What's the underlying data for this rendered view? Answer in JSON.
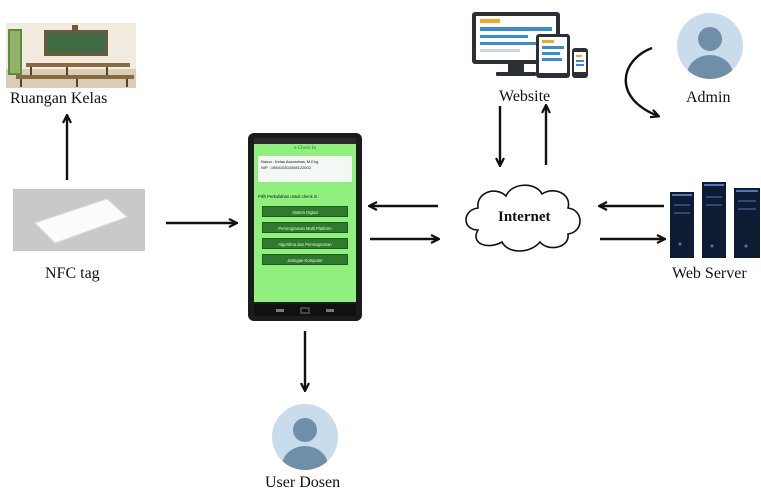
{
  "labels": {
    "ruangan_kelas": "Ruangan Kelas",
    "nfc_tag": "NFC tag",
    "user_dosen": "User Dosen",
    "internet": "Internet",
    "website": "Website",
    "admin": "Admin",
    "web_server": "Web Server"
  },
  "phone": {
    "header": "e-Check In",
    "info_line1": "Nama : Kelas Assorutwa, M.Eng",
    "info_line2": "NIP : 198410302008122002",
    "prompt": "Pilih Perkuliahan untuk check in :",
    "courses": [
      "Sistem Digital",
      "Pemrograman Multi Platform",
      "Algoritma dan Pemrograman",
      "Jaringan Komputer"
    ]
  },
  "colors": {
    "phone_screen": "#8ff07d",
    "phone_button": "#2f7a2f",
    "avatar_bg": "#c9dceb",
    "avatar_fg": "#6f8fa8",
    "server": "#0d1b33"
  }
}
